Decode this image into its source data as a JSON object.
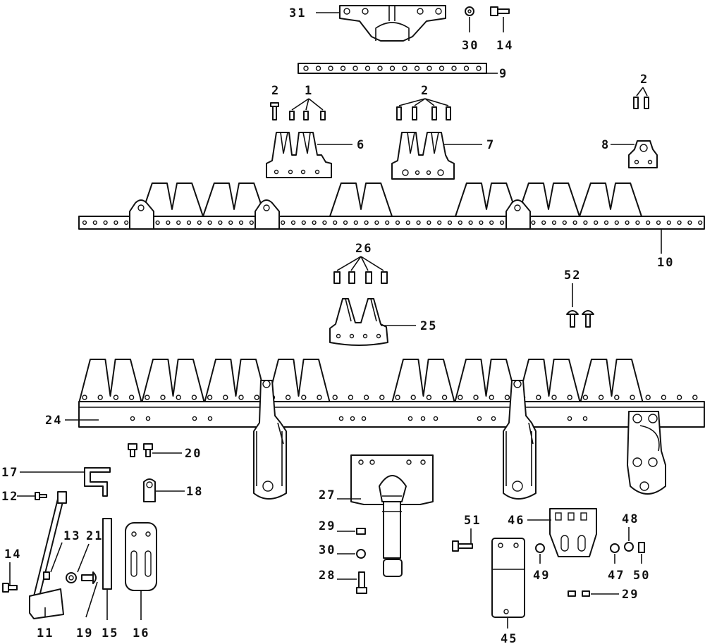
{
  "colors": {
    "line": "#111111",
    "background": "#ffffff"
  },
  "labels": {
    "p31": "31",
    "p30a": "30",
    "p14a": "14",
    "p9": "9",
    "p2a": "2",
    "p1": "1",
    "p2b": "2",
    "p2c": "2",
    "p6": "6",
    "p7": "7",
    "p8": "8",
    "p10": "10",
    "p26": "26",
    "p52": "52",
    "p25": "25",
    "p24": "24",
    "p20": "20",
    "p17": "17",
    "p18": "18",
    "p12": "12",
    "p13": "13",
    "p21": "21",
    "p14b": "14",
    "p11": "11",
    "p19": "19",
    "p15": "15",
    "p16": "16",
    "p27": "27",
    "p29a": "29",
    "p30b": "30",
    "p28": "28",
    "p51": "51",
    "p46": "46",
    "p48": "48",
    "p49": "49",
    "p47": "47",
    "p50": "50",
    "p29b": "29",
    "p45": "45"
  }
}
